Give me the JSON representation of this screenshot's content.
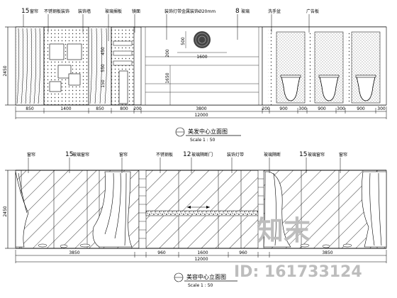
{
  "elevation_top": {
    "height_label": "2450",
    "callouts": [
      {
        "num": "15",
        "text": "窗帘"
      },
      {
        "num": "",
        "text": "不锈钢板装饰"
      },
      {
        "num": "",
        "text": "装饰墙"
      },
      {
        "num": "",
        "text": "玻璃搁板"
      },
      {
        "num": "",
        "text": "镜面"
      },
      {
        "num": "",
        "text": "装饰灯带金属装饰Ø20mm"
      },
      {
        "num": "8",
        "text": "玻璃"
      },
      {
        "num": "",
        "text": "洗手盆"
      },
      {
        "num": "",
        "text": "广告板"
      }
    ],
    "inner_dims": [
      "500",
      "200",
      "1600",
      "1650",
      "450",
      "550",
      "150"
    ],
    "bottom_dims": [
      "850",
      "1400",
      "850",
      "800",
      "200",
      "3800",
      "200",
      "900",
      "300",
      "900",
      "300",
      "900",
      "300"
    ],
    "total": "12000",
    "title": "美发中心立面图",
    "scale": "Scale 1 : 50"
  },
  "elevation_bottom": {
    "height_label": "2450",
    "callouts": [
      {
        "num": "",
        "text": "窗帘"
      },
      {
        "num": "15",
        "text": "玻璃窗帘"
      },
      {
        "num": "",
        "text": "窗帘"
      },
      {
        "num": "",
        "text": "不锈钢板"
      },
      {
        "num": "12",
        "text": "玻璃隔断门"
      },
      {
        "num": "",
        "text": "装饰灯带"
      },
      {
        "num": "",
        "text": "玻璃隔断"
      },
      {
        "num": "15",
        "text": "玻璃窗帘"
      },
      {
        "num": "",
        "text": "窗帘"
      }
    ],
    "bottom_dims": [
      "3850",
      "960",
      "1600",
      "960",
      "3850"
    ],
    "total": "12000",
    "title": "美容中心立面图",
    "scale": "Scale 1 : 50"
  },
  "watermark": {
    "brand": "知末",
    "id_text": "ID: 161733124"
  }
}
